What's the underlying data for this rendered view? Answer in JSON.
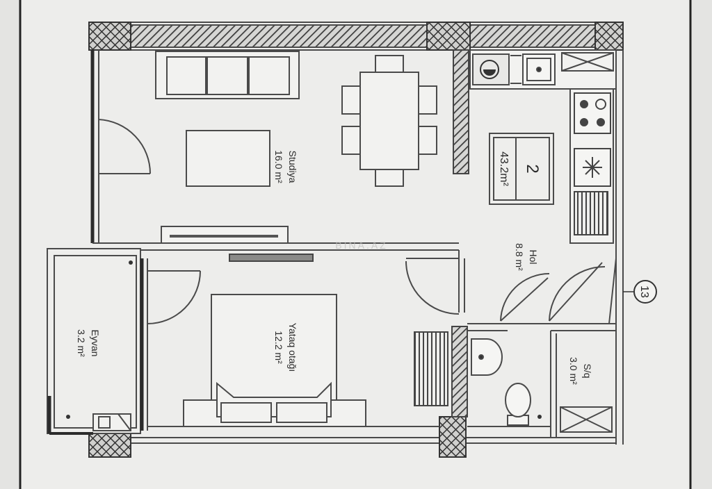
{
  "plan": {
    "apartment_number": "2",
    "total_area": "43.2m²",
    "unit_marker": "13",
    "watermark": "BINA.AZ",
    "rooms": [
      {
        "id": "studio",
        "name": "Studiya",
        "area": "16.0 m²"
      },
      {
        "id": "hall",
        "name": "Hol",
        "area": "8.8 m²"
      },
      {
        "id": "bedroom",
        "name": "Yataq otağı",
        "area": "12.2 m²"
      },
      {
        "id": "balcony",
        "name": "Eyvan",
        "area": "3.2 m²"
      },
      {
        "id": "bathroom",
        "name": "S/q",
        "area": "3.0 m²"
      }
    ]
  },
  "colors": {
    "paper": "#ededeb",
    "line": "#4a4a4a",
    "wall_dark": "#2b2b2b",
    "hatch": "#3c3c3c",
    "background": "#e4e4e2"
  }
}
